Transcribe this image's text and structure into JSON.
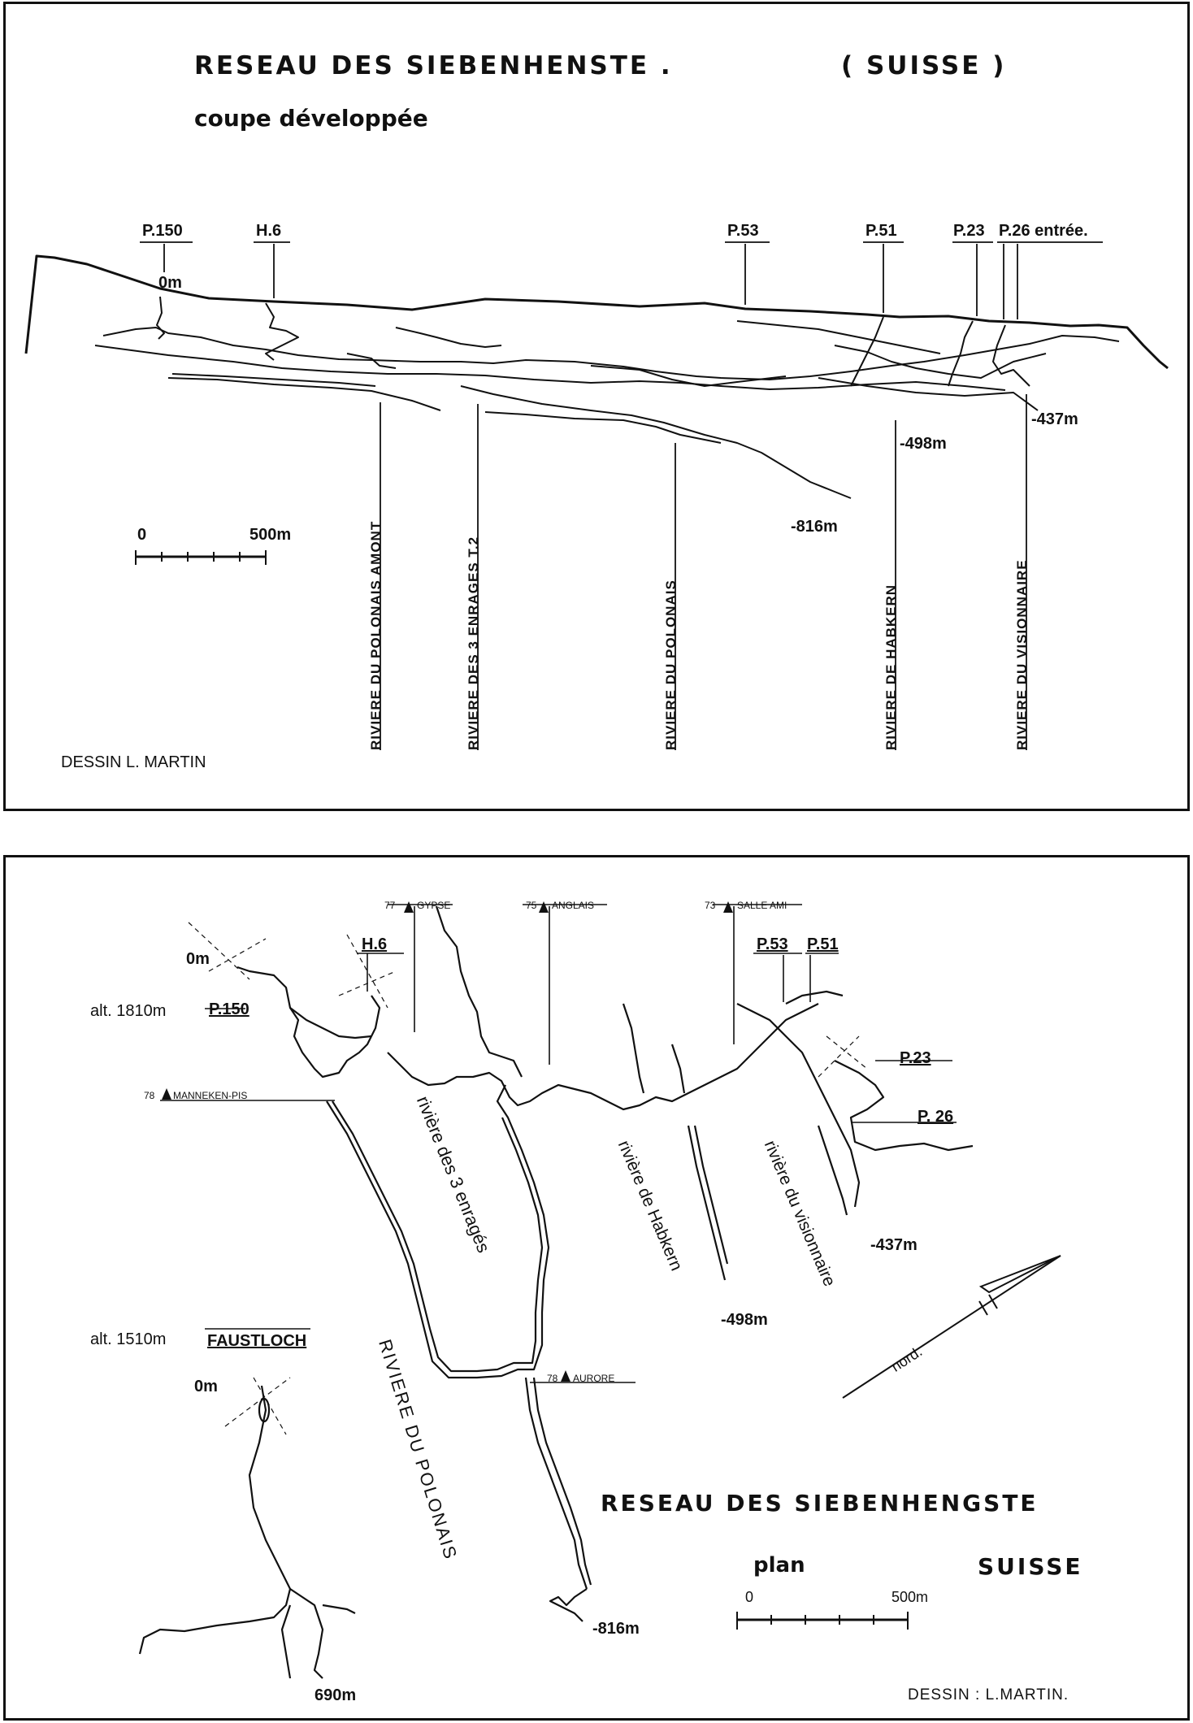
{
  "profile": {
    "title": "RESEAU DES SIEBENHENSTE .",
    "country": "( SUISSE )",
    "subtitle": "coupe développée",
    "labels": {
      "p150": "P.150",
      "h6": "H.6",
      "p53": "P.53",
      "p51": "P.51",
      "p23": "P.23",
      "p26": "P.26 entrée.",
      "zero": "0m",
      "d498": "-498m",
      "d437": "-437m",
      "d816": "-816m"
    },
    "scale": {
      "start": "0",
      "end": "500m"
    },
    "rivers": {
      "polonais_amont": "RIVIERE DU POLONAIS AMONT",
      "enrages": "RIVIERE DES 3 ENRAGES T.2",
      "polonais": "RIVIERE DU POLONAIS",
      "habkern": "RIVIERE DE HABKERN",
      "visionnaire": "RIVIERE DU VISIONNAIRE"
    },
    "credit": "DESSIN L. MARTIN"
  },
  "plan": {
    "title": "RESEAU DES SIEBENHENGSTE",
    "subtitle": "plan",
    "country": "SUISSE",
    "camps": {
      "gypse": {
        "num": "77",
        "name": "GYPSE"
      },
      "anglais": {
        "num": "75",
        "name": "ANGLAIS"
      },
      "salle_ami": {
        "num": "73",
        "name": "SALLE AMI"
      },
      "manneken": {
        "num": "78",
        "name": "MANNEKEN-PIS"
      },
      "aurore": {
        "num": "78",
        "name": "AURORE"
      }
    },
    "labels": {
      "h6": "H.6",
      "p53": "P.53",
      "p51": "P.51",
      "p150": "P.150",
      "p23": "P.23",
      "p26": "P. 26",
      "zero_top": "0m",
      "zero_bottom": "0m",
      "alt1810": "alt. 1810m",
      "alt1510": "alt. 1510m",
      "faustloch": "FAUSTLOCH",
      "d437": "-437m",
      "d498": "-498m",
      "d816": "-816m",
      "d690": "690m",
      "north": "nord."
    },
    "rivers": {
      "enrages": "rivière des 3 enragés",
      "habkern": "rivière de Habkern",
      "visionnaire": "rivière du visionnaire",
      "polonais": "RIVIERE DU POLONAIS"
    },
    "scale": {
      "start": "0",
      "end": "500m"
    },
    "credit": "DESSIN : L.MARTIN."
  }
}
